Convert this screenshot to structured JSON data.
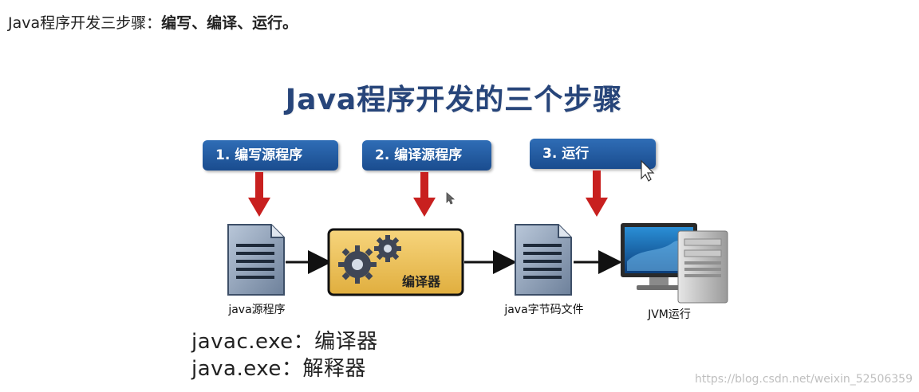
{
  "intro": {
    "prefix": "Java程序开发三步骤：",
    "steps_bold": "编写、编译、运行。"
  },
  "figure": {
    "title": "Java程序开发的三个步骤",
    "steps": [
      {
        "label": "1. 编写源程序"
      },
      {
        "label": "2. 编译源程序"
      },
      {
        "label": "3. 运行"
      }
    ],
    "nodes": {
      "source": "java源程序",
      "compiler": "编译器",
      "bytecode": "java字节码文件",
      "jvm": "JVM运行"
    },
    "tools": [
      "javac.exe：编译器",
      "java.exe：解释器"
    ],
    "colors": {
      "step_blue": "#1f5699",
      "arrow_red": "#c8201f",
      "compiler_gold": "#f0c45a",
      "title_blue": "#27457a"
    }
  },
  "watermark": "https://blog.csdn.net/weixin_52506359"
}
